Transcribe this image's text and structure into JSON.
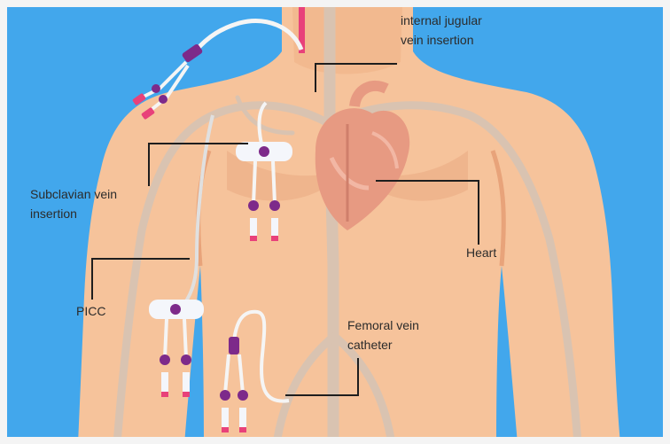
{
  "diagram": {
    "labels": {
      "ijv": [
        "internal jugular",
        "vein insertion"
      ],
      "subclavian": [
        "Subclavian vein",
        "insertion"
      ],
      "picc": [
        "PICC"
      ],
      "heart": [
        "Heart"
      ],
      "femoral": [
        "Femoral vein",
        "catheter"
      ]
    },
    "colors": {
      "background": "#42a7ec",
      "skin": "#f6c39b",
      "skin_shade": "#eaa87f",
      "vein": "#d9c3b1",
      "heart": "#e79a82",
      "catheter_purple": "#7d2a8a",
      "catheter_pink": "#e8417a",
      "leader_line": "#1e1e1e"
    },
    "icons": [
      "catheter-hub-icon",
      "heart-icon"
    ]
  }
}
